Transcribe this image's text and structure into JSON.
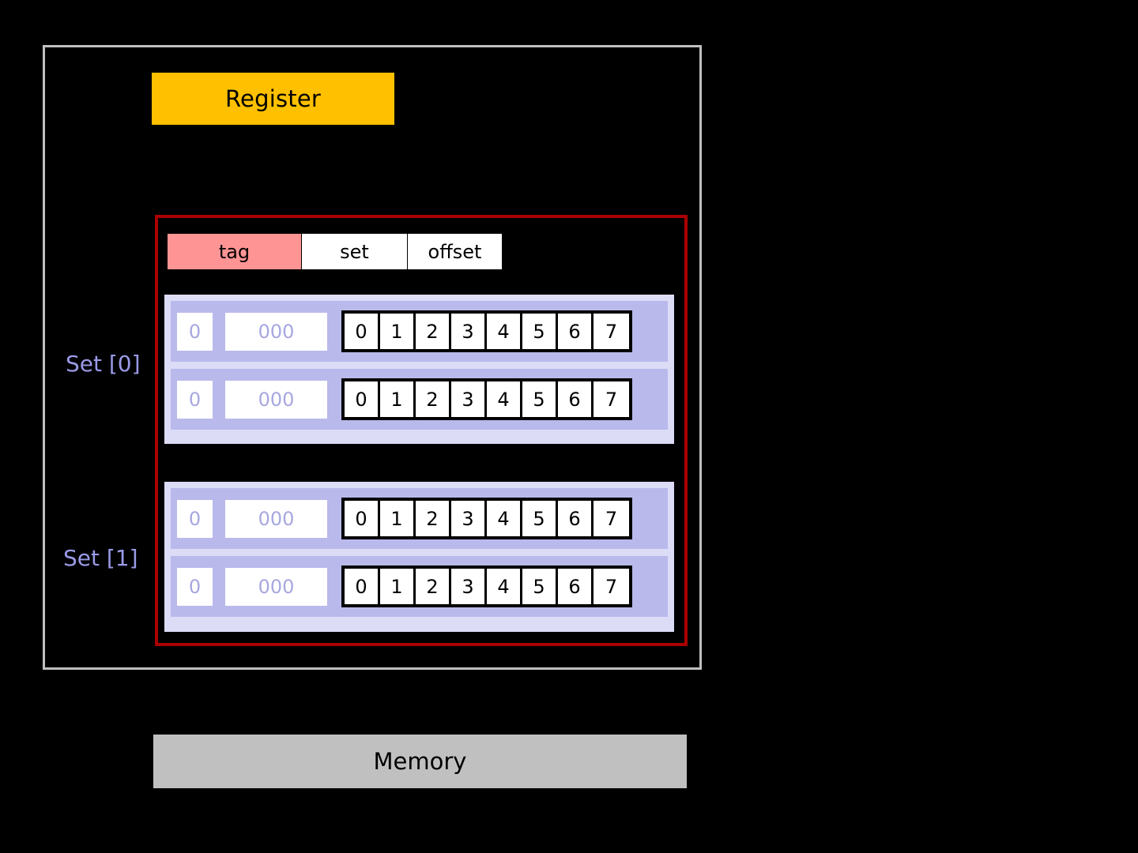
{
  "diagram": {
    "title_elements": {
      "register_label": "Register",
      "memory_label": "Memory"
    },
    "address_breakdown": {
      "fields": [
        {
          "name": "tag",
          "label": "tag",
          "color": "#ff9494"
        },
        {
          "name": "set",
          "label": "set",
          "color": "#ffffff"
        },
        {
          "name": "offset",
          "label": "offset",
          "color": "#ffffff"
        }
      ]
    },
    "sets": [
      {
        "label": "Set [0]",
        "lines": [
          {
            "valid": "0",
            "tag": "000",
            "bytes": [
              "0",
              "1",
              "2",
              "3",
              "4",
              "5",
              "6",
              "7"
            ]
          },
          {
            "valid": "0",
            "tag": "000",
            "bytes": [
              "0",
              "1",
              "2",
              "3",
              "4",
              "5",
              "6",
              "7"
            ]
          }
        ]
      },
      {
        "label": "Set [1]",
        "lines": [
          {
            "valid": "0",
            "tag": "000",
            "bytes": [
              "0",
              "1",
              "2",
              "3",
              "4",
              "5",
              "6",
              "7"
            ]
          },
          {
            "valid": "0",
            "tag": "000",
            "bytes": [
              "0",
              "1",
              "2",
              "3",
              "4",
              "5",
              "6",
              "7"
            ]
          }
        ]
      }
    ],
    "colors": {
      "background": "#000000",
      "register_fill": "#ffc000",
      "memory_fill": "#c0c0c0",
      "cpu_border": "#bfbfbf",
      "cache_border": "#aa0000",
      "set_group_fill": "#dcdcf7",
      "cache_line_fill": "#b9b9ec",
      "tag_field_fill": "#ff9494",
      "set_label_text": "#9a9ae8",
      "placeholder_text": "#a7a7e0"
    }
  }
}
